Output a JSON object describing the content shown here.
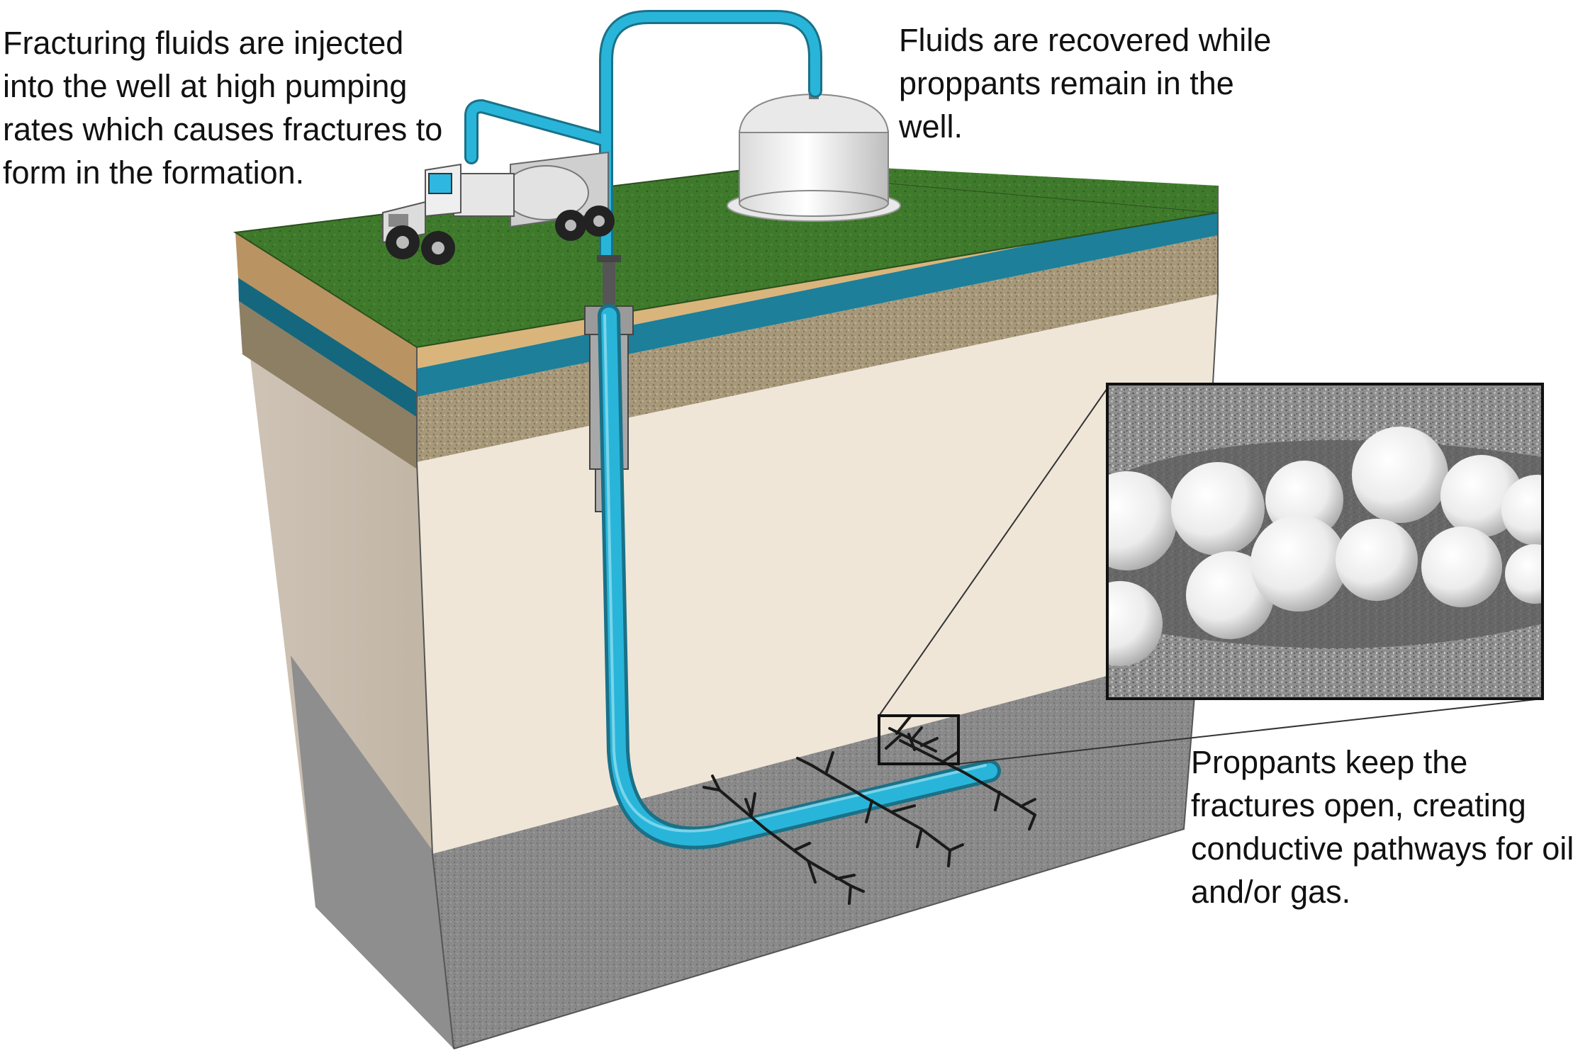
{
  "captions": {
    "injection": "Fracturing fluids are injected\ninto the well at high pumping\nrates which causes fractures to\nform in the formation.",
    "recovery": "Fluids are recovered while\nproppants remain in the\nwell.",
    "proppants": "Proppants keep the\nfractures open, creating\nconductive pathways for oil\nand/or gas."
  },
  "colors": {
    "grass": "#3f7a2c",
    "topsoil": "#d9b57c",
    "aquifer": "#1d7f99",
    "gravel": "#a7987a",
    "sandstone": "#efe6d8",
    "shale": "#8a8a8a",
    "pipe": "#29b5d9",
    "fracture": "#1a1a1a",
    "proppant": "#f4f4f4"
  },
  "icons": [
    "frac-truck-icon",
    "storage-tank-icon",
    "wellhead-icon",
    "proppant-icon"
  ]
}
